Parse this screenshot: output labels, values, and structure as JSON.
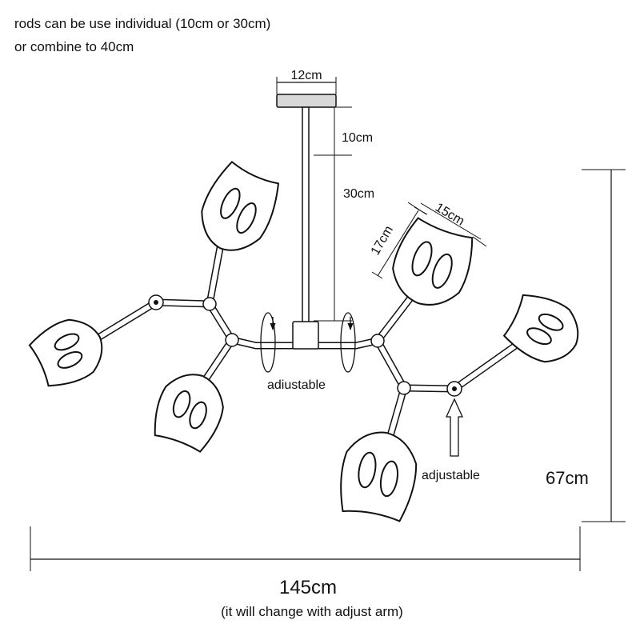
{
  "notes": {
    "line1": "rods can be use individual (10cm or 30cm)",
    "line2": "or combine to 40cm"
  },
  "dimensions": {
    "canopy_width": "12cm",
    "rod_short": "10cm",
    "rod_long": "30cm",
    "shade_width": "15cm",
    "shade_height": "17cm",
    "total_height": "67cm",
    "total_width": "145cm",
    "width_note": "(it will change with adjust arm)"
  },
  "callouts": {
    "adjustable_center": "adiustable",
    "adjustable_right": "adjustable"
  },
  "colors": {
    "line": "#111111",
    "background": "#ffffff"
  }
}
